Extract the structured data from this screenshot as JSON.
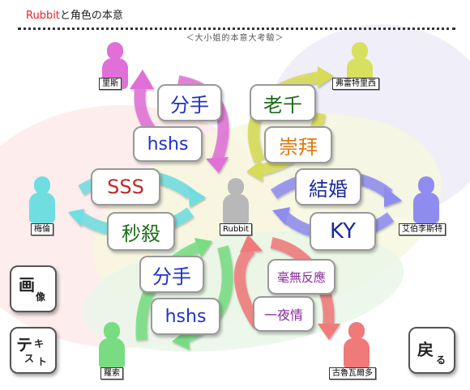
{
  "header": {
    "title_brand": "Rubbit",
    "title_rest": "と角色の本意",
    "subtitle": "＜大小姐的本意大考驗＞"
  },
  "characters": {
    "center": {
      "name": "Rubbit",
      "color": "#b8b8b8"
    },
    "lis": {
      "name": "里斯",
      "color": "#e070d8"
    },
    "freddy": {
      "name": "弗雷特里西",
      "color": "#d8e060"
    },
    "mei": {
      "name": "梅倫",
      "color": "#70dde0"
    },
    "ivy": {
      "name": "艾伯李斯特",
      "color": "#8f8cf0"
    },
    "ross": {
      "name": "羅索",
      "color": "#78dd82"
    },
    "gulu": {
      "name": "古魯瓦爾多",
      "color": "#f07a7a"
    }
  },
  "relations": {
    "lis_out": "分手",
    "lis_in": "hshs",
    "fr_out": "老千",
    "fr_in": "崇拜",
    "mei_out": "SSS",
    "mei_in": "秒殺",
    "ivy_out": "結婚",
    "ivy_in": "KY",
    "ross_out": "分手",
    "ross_in": "hshs",
    "gulu_out": "毫無反應",
    "gulu_in": "一夜情"
  },
  "colors": {
    "text_blue": "#2033c8",
    "text_red": "#c22828",
    "text_green": "#1e6b1a",
    "text_orange": "#e07a10",
    "text_purple": "#8a2a9a",
    "text_darkblue": "#1a2a9a"
  },
  "buttons": {
    "image_big": "画",
    "image_small": "像",
    "text_big": "テ",
    "text_small_1": "キ",
    "text_small_2": "ス",
    "text_small_3": "ト",
    "back_big": "戻",
    "back_small": "る"
  }
}
